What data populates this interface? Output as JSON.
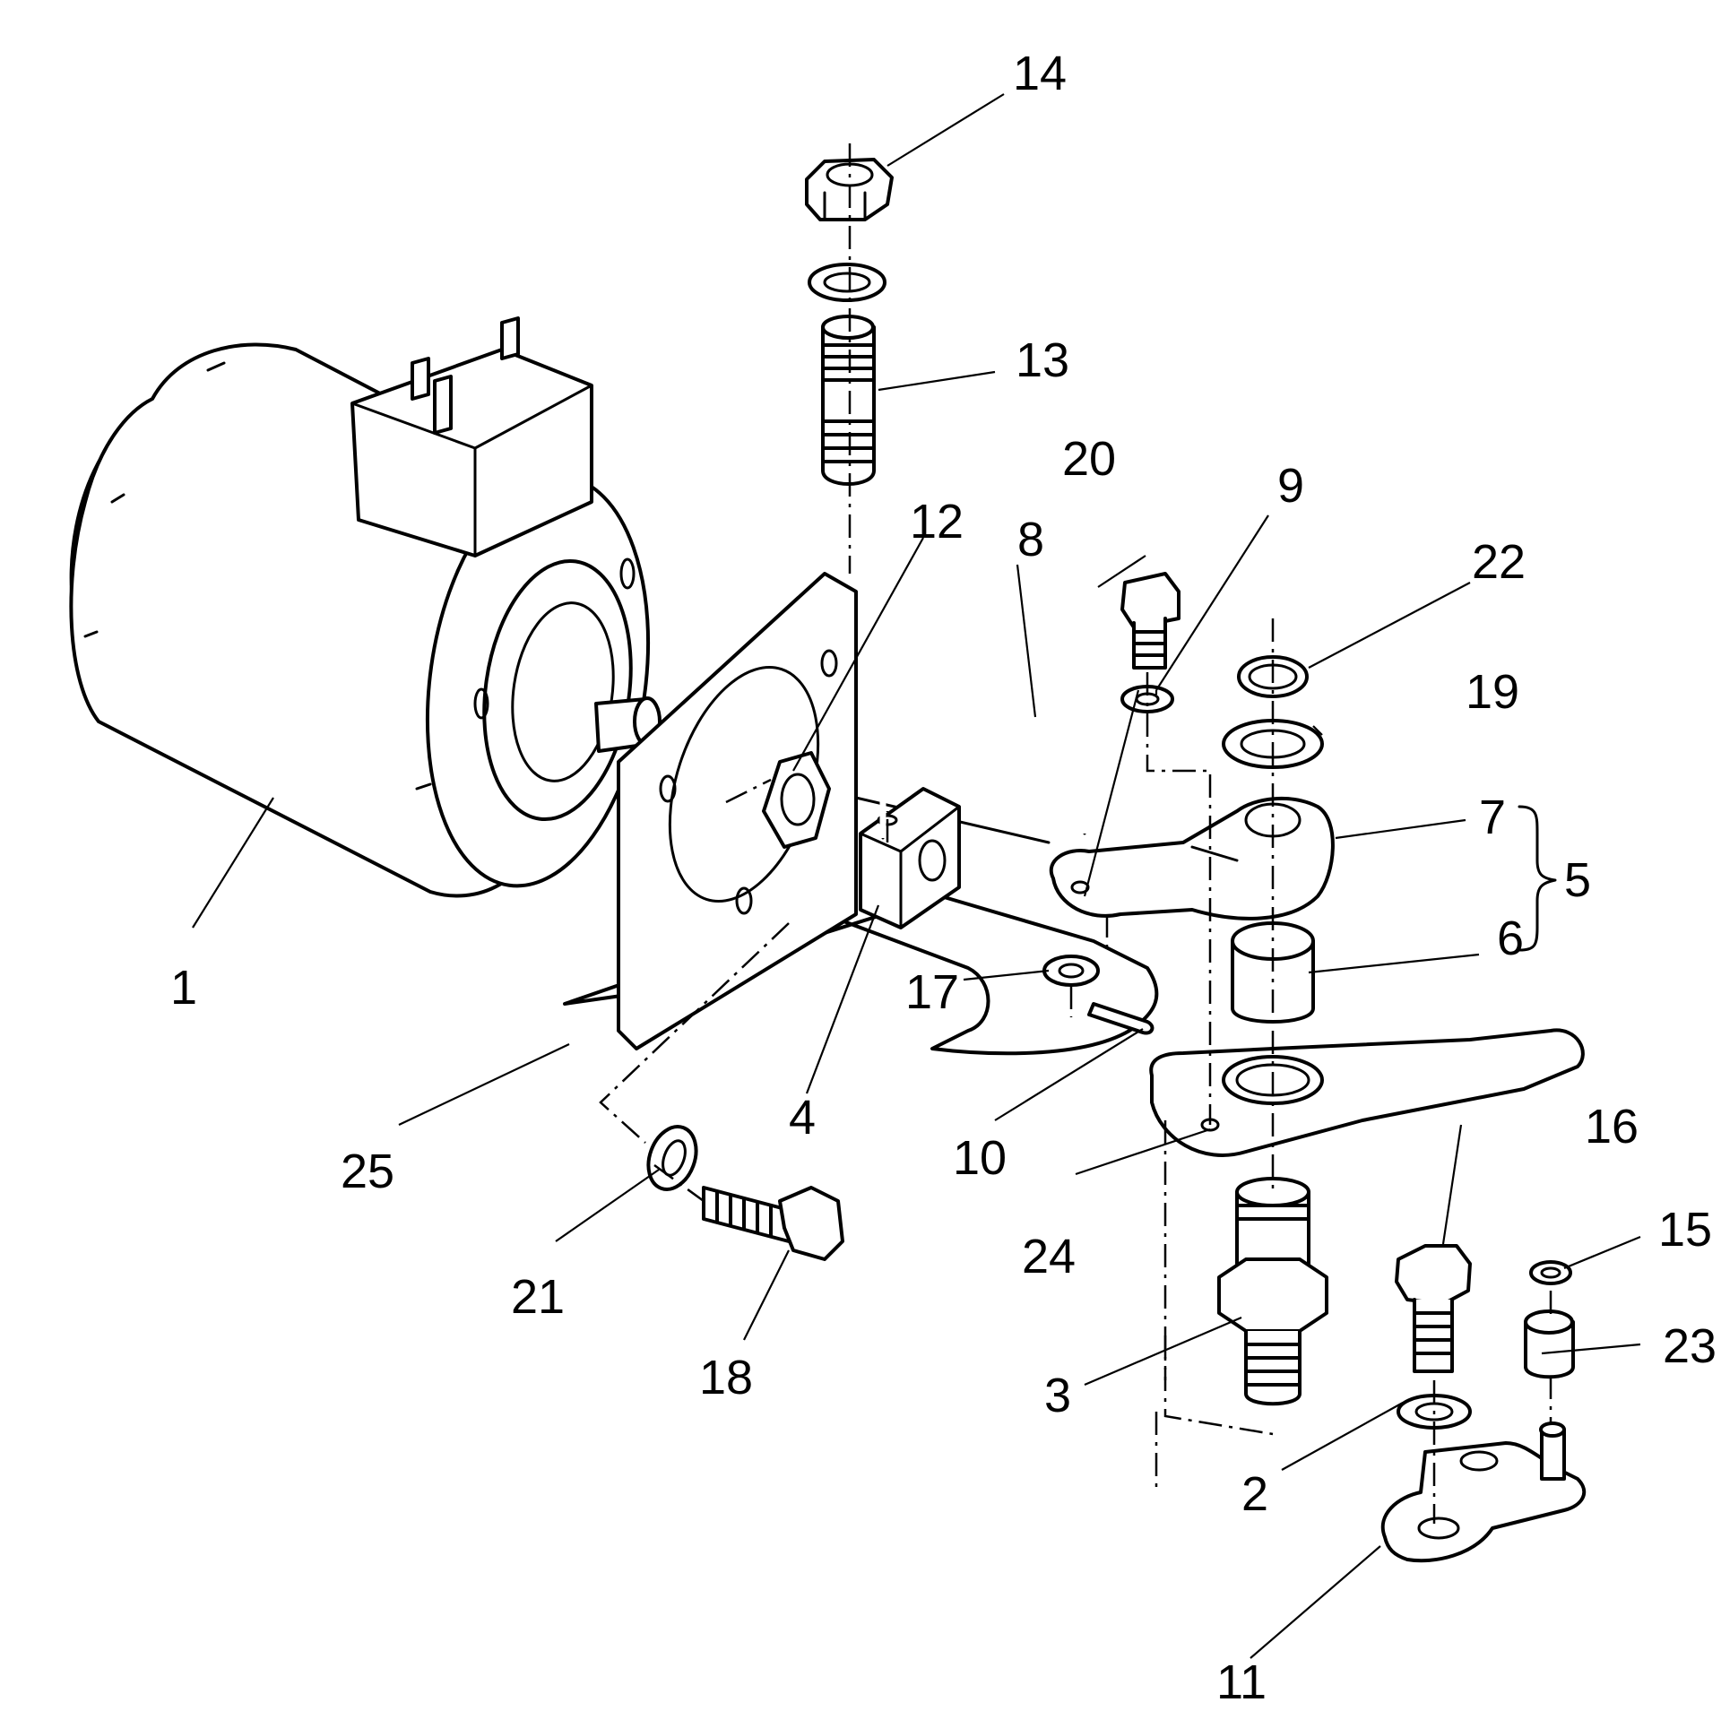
{
  "callouts": [
    {
      "id": "1",
      "text": "1"
    },
    {
      "id": "2",
      "text": "2"
    },
    {
      "id": "3",
      "text": "3"
    },
    {
      "id": "4",
      "text": "4"
    },
    {
      "id": "5",
      "text": "5"
    },
    {
      "id": "6",
      "text": "6"
    },
    {
      "id": "7",
      "text": "7"
    },
    {
      "id": "8",
      "text": "8"
    },
    {
      "id": "9",
      "text": "9"
    },
    {
      "id": "10",
      "text": "10"
    },
    {
      "id": "11",
      "text": "11"
    },
    {
      "id": "12",
      "text": "12"
    },
    {
      "id": "13",
      "text": "13"
    },
    {
      "id": "14",
      "text": "14"
    },
    {
      "id": "15",
      "text": "15"
    },
    {
      "id": "16",
      "text": "16"
    },
    {
      "id": "17",
      "text": "17"
    },
    {
      "id": "18",
      "text": "18"
    },
    {
      "id": "19",
      "text": "19"
    },
    {
      "id": "20",
      "text": "20"
    },
    {
      "id": "21",
      "text": "21"
    },
    {
      "id": "22",
      "text": "22"
    },
    {
      "id": "23",
      "text": "23"
    },
    {
      "id": "24",
      "text": "24"
    },
    {
      "id": "25",
      "text": "25"
    }
  ],
  "colors": {
    "ink": "#000000",
    "paper": "#ffffff"
  }
}
